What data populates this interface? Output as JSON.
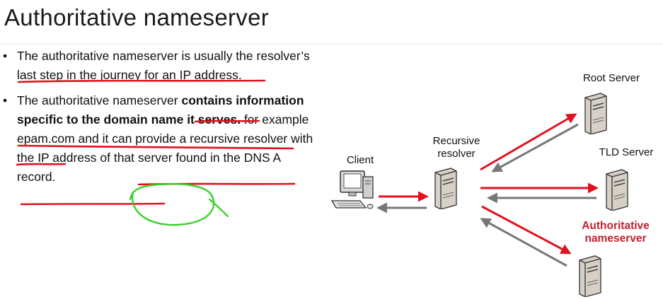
{
  "page": {
    "title": "Authoritative nameserver"
  },
  "bullets": [
    {
      "dot": "•",
      "parts": [
        {
          "text": "The authoritative nameserver is usually the resolver’s last step in the journey for an IP address.",
          "bold": false
        }
      ]
    },
    {
      "dot": "•",
      "parts": [
        {
          "text": "The authoritative nameserver ",
          "bold": false
        },
        {
          "text": "contains information specific to the domain name it serves.",
          "bold": true
        },
        {
          "text": " for example epam.com and it can provide a recursive resolver with the IP address of that server found in the DNS A record.",
          "bold": false
        }
      ]
    }
  ],
  "diagram": {
    "client_label": "Client",
    "resolver_label_line1": "Recursive",
    "resolver_label_line2": "resolver",
    "root_label": "Root Server",
    "tld_label": "TLD Server",
    "auth_label_line1": "Authoritative",
    "auth_label_line2": "nameserver",
    "colors": {
      "request_arrow": "#e0121e",
      "response_arrow": "#777777",
      "highlight_text": "#c3202c",
      "underline_annotation": "#e0121e",
      "circle_annotation": "#3ad12a"
    },
    "icons": {
      "client": "desktop-computer-icon",
      "server": "server-tower-icon"
    }
  }
}
